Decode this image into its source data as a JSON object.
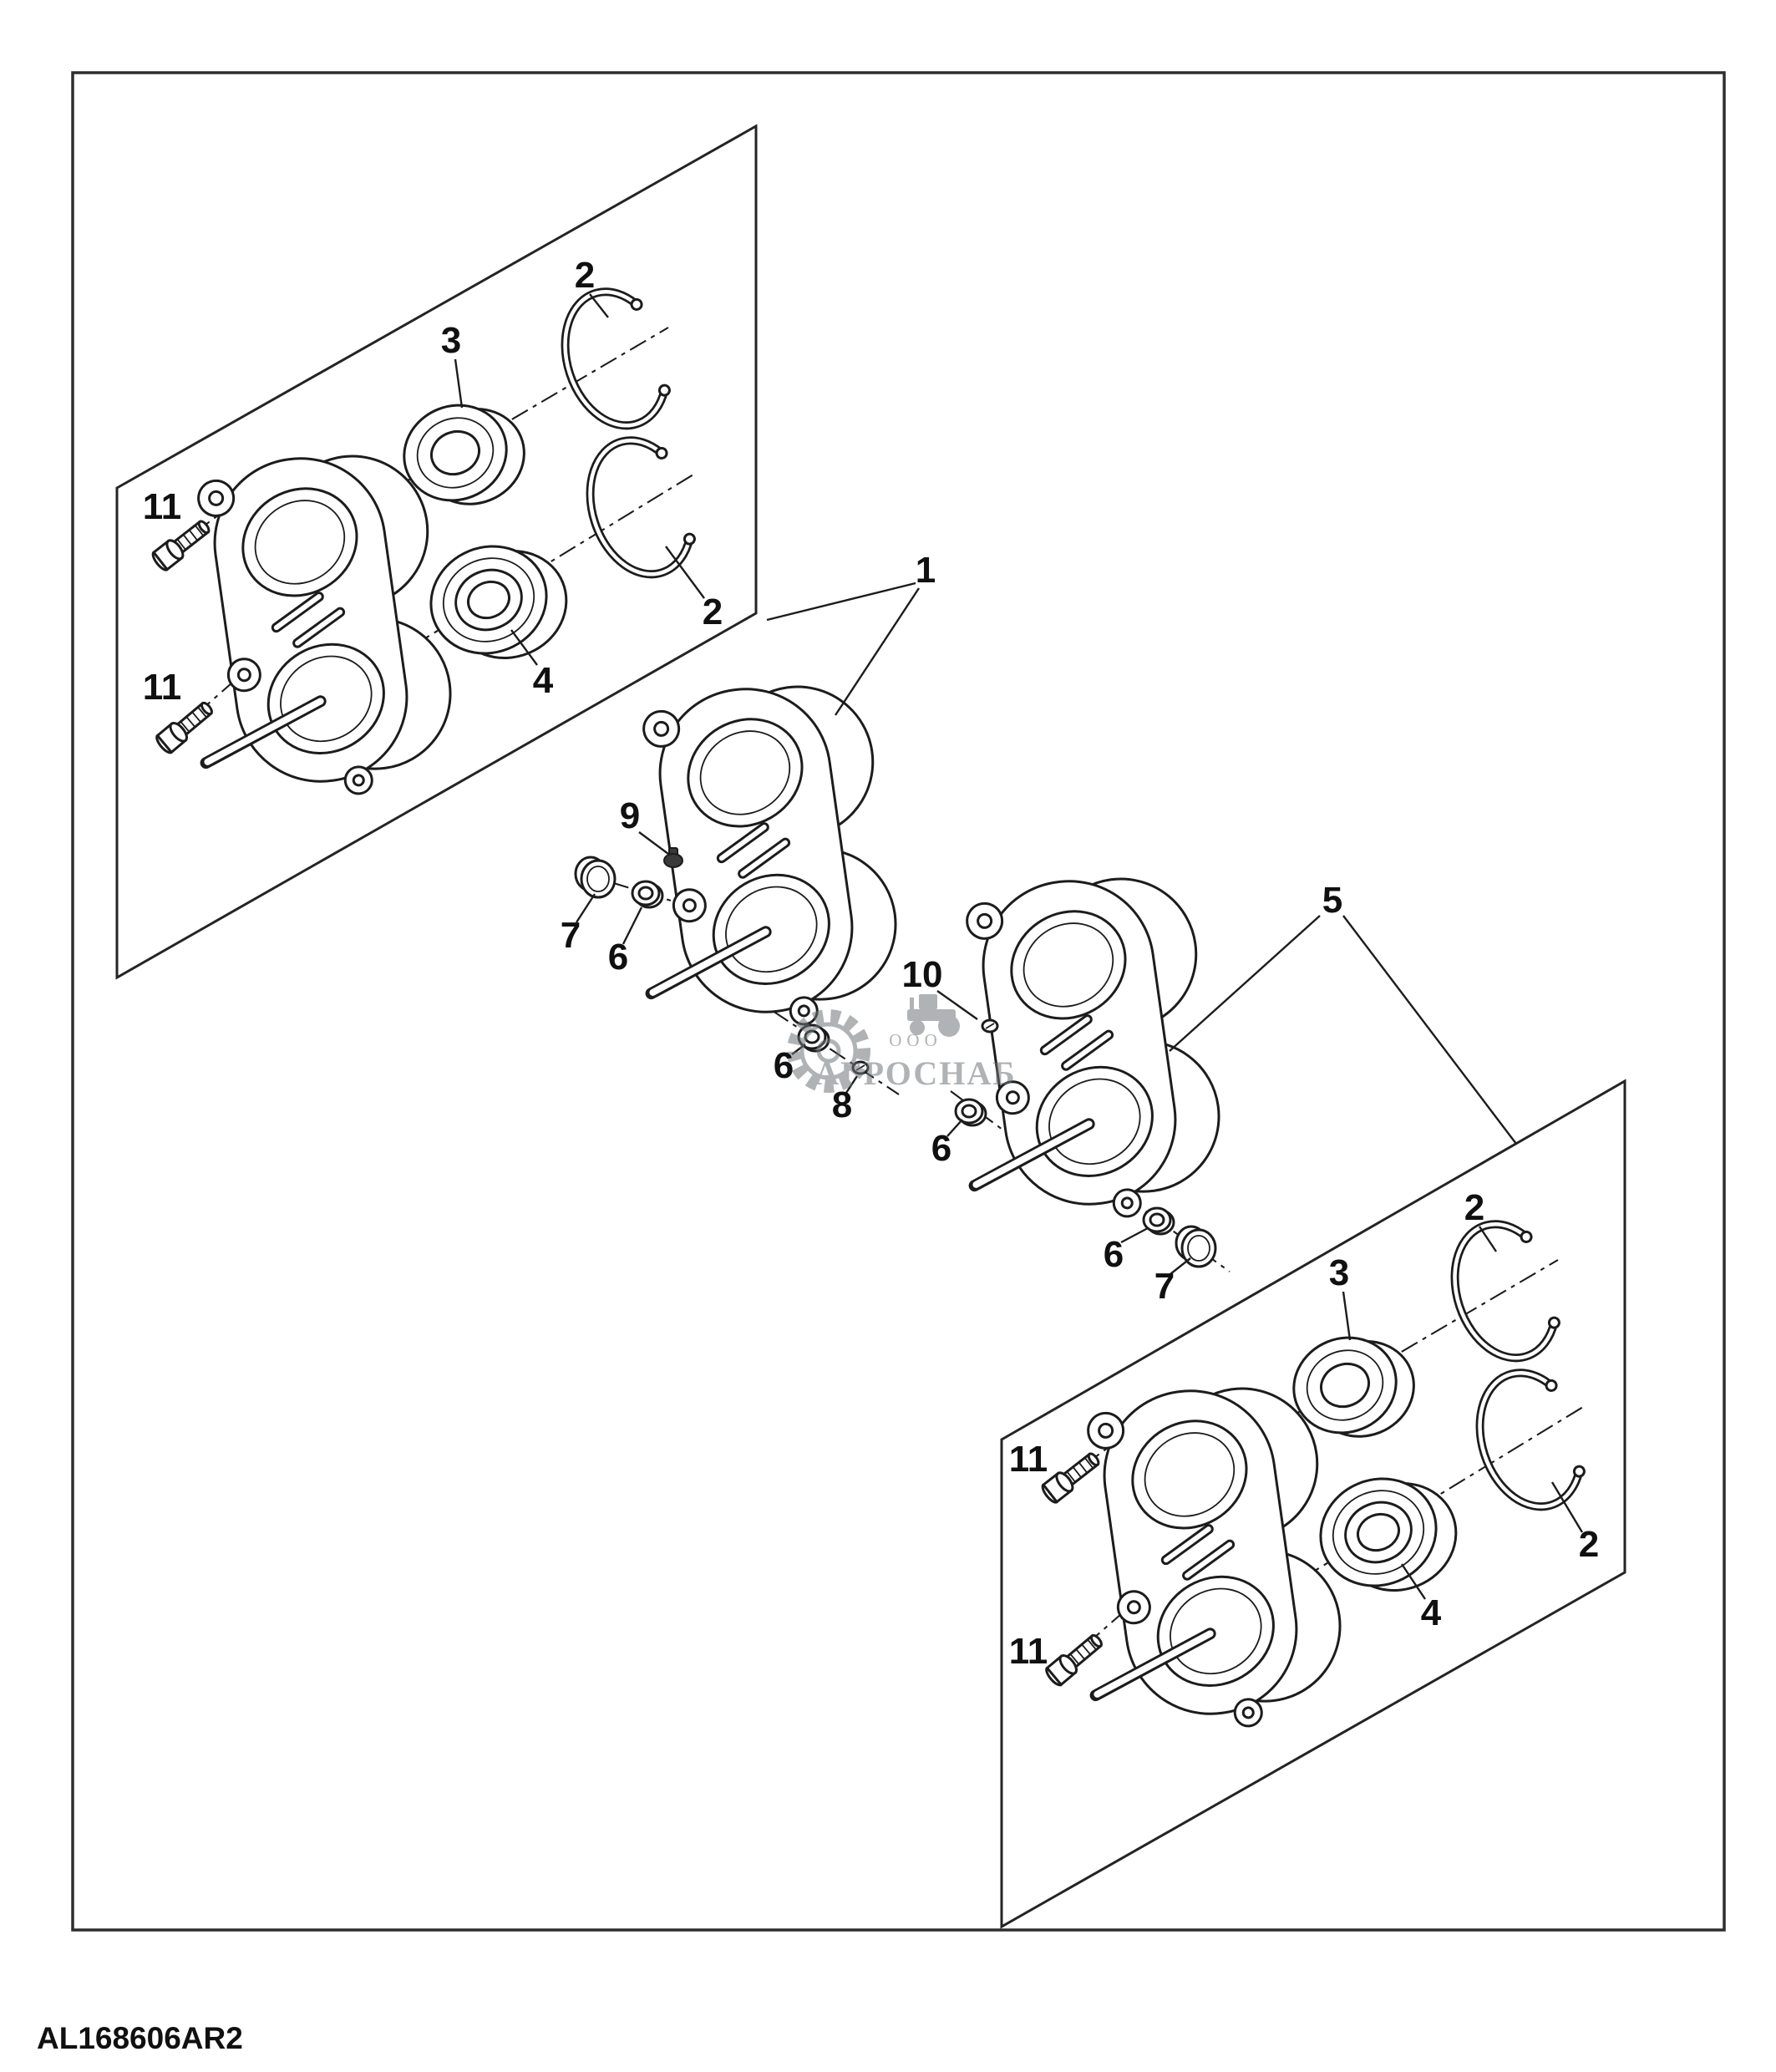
{
  "page": {
    "footer_code": "AL168606AR2",
    "background": "#ffffff",
    "line_color": "#1c1c1c"
  },
  "watermark": {
    "line1": "ООО",
    "line2": "АГРОСНАБ",
    "color": "#70767a"
  },
  "callouts": {
    "detail_top_left": [
      {
        "id": "snap-ring-top",
        "label": "2"
      },
      {
        "id": "ball-bearing",
        "label": "3"
      },
      {
        "id": "snap-ring-bottom",
        "label": "2"
      },
      {
        "id": "flanged-bearing",
        "label": "4"
      },
      {
        "id": "cap-screw-top",
        "label": "11"
      },
      {
        "id": "cap-screw-bottom",
        "label": "11"
      }
    ],
    "main": [
      {
        "id": "housing-assembly-left",
        "label": "1"
      },
      {
        "id": "grease-fitting",
        "label": "9"
      },
      {
        "id": "plug-left",
        "label": "7"
      },
      {
        "id": "washer-upper-left",
        "label": "6"
      },
      {
        "id": "washer-lower-left",
        "label": "6"
      },
      {
        "id": "fitting-lower",
        "label": "8"
      },
      {
        "id": "fitting-right",
        "label": "10"
      },
      {
        "id": "washer-mid",
        "label": "6"
      },
      {
        "id": "washer-lower-right",
        "label": "6"
      },
      {
        "id": "plug-right",
        "label": "7"
      },
      {
        "id": "housing-assembly-right",
        "label": "5"
      }
    ],
    "detail_bottom_right": [
      {
        "id": "snap-ring-top",
        "label": "2"
      },
      {
        "id": "ball-bearing",
        "label": "3"
      },
      {
        "id": "snap-ring-bottom",
        "label": "2"
      },
      {
        "id": "flanged-bearing",
        "label": "4"
      },
      {
        "id": "cap-screw-top",
        "label": "11"
      },
      {
        "id": "cap-screw-bottom",
        "label": "11"
      }
    ]
  }
}
